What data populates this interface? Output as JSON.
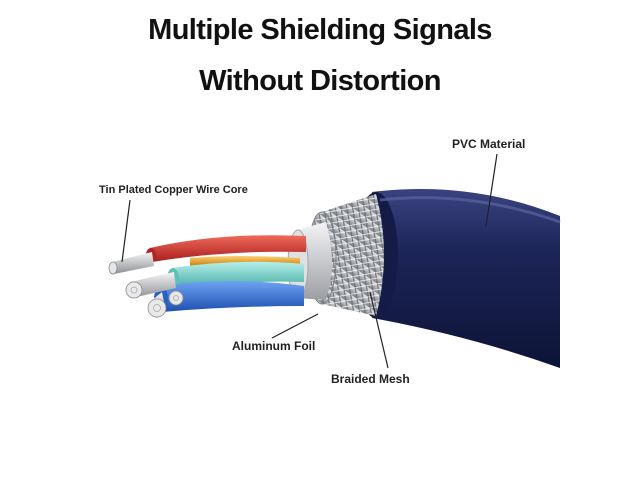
{
  "title": {
    "line1": "Multiple Shielding Signals",
    "line2": "Without Distortion"
  },
  "callouts": {
    "pvc": "PVC Material",
    "core": "Tin Plated Copper Wire Core",
    "foil": "Aluminum Foil",
    "mesh": "Braided Mesh"
  },
  "colors": {
    "jacket": "#1b2458",
    "braid": "#b9bcc0",
    "foil": "#d9dadc",
    "wire_red": "#cc2a2a",
    "wire_orange": "#e8a018",
    "wire_teal": "#6fd0c8",
    "wire_blue": "#2f6ed8",
    "conductor": "#c8c8c8"
  }
}
